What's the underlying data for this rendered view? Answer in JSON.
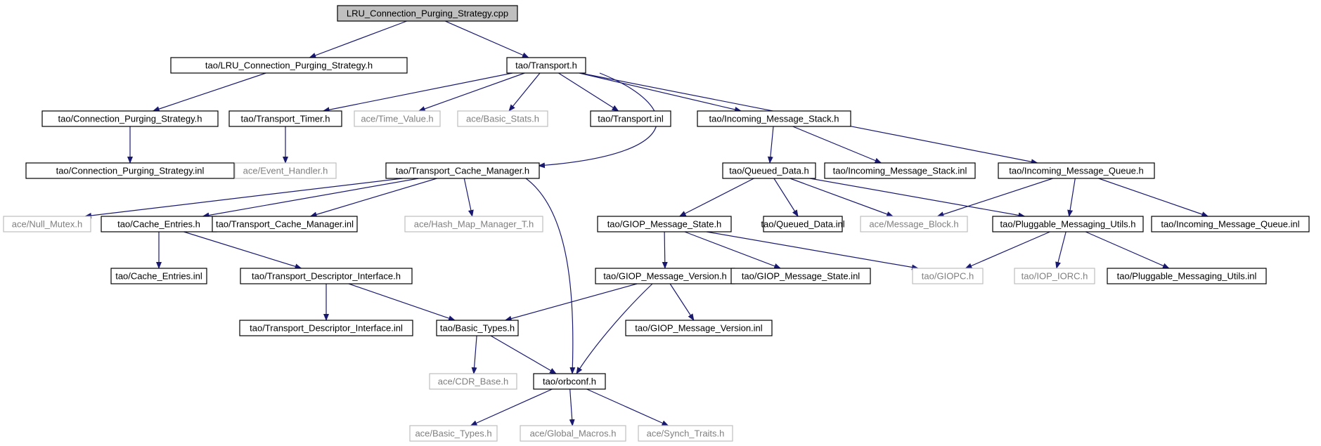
{
  "diagram": {
    "colors": {
      "edge": "#191970",
      "border_local": "#000000",
      "border_external": "#bfbfbf",
      "text_local": "#000000",
      "text_external": "#7f7f7f",
      "root_fill": "#bfbfbf"
    },
    "nodes": {
      "root": {
        "label": "LRU_Connection_Purging_Strategy.cpp",
        "kind": "root"
      },
      "lru_h": {
        "label": "tao/LRU_Connection_Purging_Strategy.h",
        "kind": "local"
      },
      "transport_h": {
        "label": "tao/Transport.h",
        "kind": "local"
      },
      "cps_h": {
        "label": "tao/Connection_Purging_Strategy.h",
        "kind": "local"
      },
      "ttimer_h": {
        "label": "tao/Transport_Timer.h",
        "kind": "local"
      },
      "timeval_h": {
        "label": "ace/Time_Value.h",
        "kind": "external"
      },
      "basicstats_h": {
        "label": "ace/Basic_Stats.h",
        "kind": "external"
      },
      "transport_inl": {
        "label": "tao/Transport.inl",
        "kind": "local"
      },
      "ims_h": {
        "label": "tao/Incoming_Message_Stack.h",
        "kind": "local"
      },
      "cps_inl": {
        "label": "tao/Connection_Purging_Strategy.inl",
        "kind": "local"
      },
      "evh_h": {
        "label": "ace/Event_Handler.h",
        "kind": "external"
      },
      "tcm_h": {
        "label": "tao/Transport_Cache_Manager.h",
        "kind": "local"
      },
      "qd_h": {
        "label": "tao/Queued_Data.h",
        "kind": "local"
      },
      "ims_inl": {
        "label": "tao/Incoming_Message_Stack.inl",
        "kind": "local"
      },
      "imq_h": {
        "label": "tao/Incoming_Message_Queue.h",
        "kind": "local"
      },
      "nullmutex_h": {
        "label": "ace/Null_Mutex.h",
        "kind": "external"
      },
      "ce_h": {
        "label": "tao/Cache_Entries.h",
        "kind": "local"
      },
      "tcm_inl": {
        "label": "tao/Transport_Cache_Manager.inl",
        "kind": "local"
      },
      "hmm_h": {
        "label": "ace/Hash_Map_Manager_T.h",
        "kind": "external"
      },
      "gms_h": {
        "label": "tao/GIOP_Message_State.h",
        "kind": "local"
      },
      "qd_inl": {
        "label": "tao/Queued_Data.inl",
        "kind": "local"
      },
      "mb_h": {
        "label": "ace/Message_Block.h",
        "kind": "external"
      },
      "pmu_h": {
        "label": "tao/Pluggable_Messaging_Utils.h",
        "kind": "local"
      },
      "imq_inl": {
        "label": "tao/Incoming_Message_Queue.inl",
        "kind": "local"
      },
      "ce_inl": {
        "label": "tao/Cache_Entries.inl",
        "kind": "local"
      },
      "tdi_h": {
        "label": "tao/Transport_Descriptor_Interface.h",
        "kind": "local"
      },
      "gmv_h": {
        "label": "tao/GIOP_Message_Version.h",
        "kind": "local"
      },
      "gms_inl": {
        "label": "tao/GIOP_Message_State.inl",
        "kind": "local"
      },
      "giopc_h": {
        "label": "tao/GIOPC.h",
        "kind": "external"
      },
      "iop_h": {
        "label": "tao/IOP_IORC.h",
        "kind": "external"
      },
      "pmu_inl": {
        "label": "tao/Pluggable_Messaging_Utils.inl",
        "kind": "local"
      },
      "tdi_inl": {
        "label": "tao/Transport_Descriptor_Interface.inl",
        "kind": "local"
      },
      "bt_h": {
        "label": "tao/Basic_Types.h",
        "kind": "local"
      },
      "gmv_inl": {
        "label": "tao/GIOP_Message_Version.inl",
        "kind": "local"
      },
      "cdr_h": {
        "label": "ace/CDR_Base.h",
        "kind": "external"
      },
      "orbconf_h": {
        "label": "tao/orbconf.h",
        "kind": "local"
      },
      "acebt_h": {
        "label": "ace/Basic_Types.h",
        "kind": "external"
      },
      "gm_h": {
        "label": "ace/Global_Macros.h",
        "kind": "external"
      },
      "st_h": {
        "label": "ace/Synch_Traits.h",
        "kind": "external"
      }
    },
    "edges": [
      [
        "root",
        "lru_h"
      ],
      [
        "root",
        "transport_h"
      ],
      [
        "lru_h",
        "cps_h"
      ],
      [
        "cps_h",
        "cps_inl"
      ],
      [
        "transport_h",
        "ttimer_h"
      ],
      [
        "transport_h",
        "timeval_h"
      ],
      [
        "transport_h",
        "basicstats_h"
      ],
      [
        "transport_h",
        "transport_inl"
      ],
      [
        "transport_h",
        "tcm_h"
      ],
      [
        "transport_h",
        "ims_h"
      ],
      [
        "transport_h",
        "imq_h"
      ],
      [
        "ttimer_h",
        "evh_h"
      ],
      [
        "tcm_h",
        "nullmutex_h"
      ],
      [
        "tcm_h",
        "ce_h"
      ],
      [
        "tcm_h",
        "tcm_inl"
      ],
      [
        "tcm_h",
        "hmm_h"
      ],
      [
        "tcm_h",
        "orbconf_h"
      ],
      [
        "ce_h",
        "ce_inl"
      ],
      [
        "ce_h",
        "tdi_h"
      ],
      [
        "tdi_h",
        "tdi_inl"
      ],
      [
        "tdi_h",
        "bt_h"
      ],
      [
        "ims_h",
        "qd_h"
      ],
      [
        "ims_h",
        "ims_inl"
      ],
      [
        "qd_h",
        "gms_h"
      ],
      [
        "qd_h",
        "qd_inl"
      ],
      [
        "qd_h",
        "mb_h"
      ],
      [
        "qd_h",
        "pmu_h"
      ],
      [
        "imq_h",
        "mb_h"
      ],
      [
        "imq_h",
        "pmu_h"
      ],
      [
        "imq_h",
        "imq_inl"
      ],
      [
        "gms_h",
        "gmv_h"
      ],
      [
        "gms_h",
        "gms_inl"
      ],
      [
        "gms_h",
        "giopc_h"
      ],
      [
        "pmu_h",
        "giopc_h"
      ],
      [
        "pmu_h",
        "iop_h"
      ],
      [
        "pmu_h",
        "pmu_inl"
      ],
      [
        "gmv_h",
        "bt_h"
      ],
      [
        "gmv_h",
        "gmv_inl"
      ],
      [
        "gmv_h",
        "orbconf_h"
      ],
      [
        "bt_h",
        "cdr_h"
      ],
      [
        "bt_h",
        "orbconf_h"
      ],
      [
        "orbconf_h",
        "acebt_h"
      ],
      [
        "orbconf_h",
        "gm_h"
      ],
      [
        "orbconf_h",
        "st_h"
      ]
    ]
  }
}
